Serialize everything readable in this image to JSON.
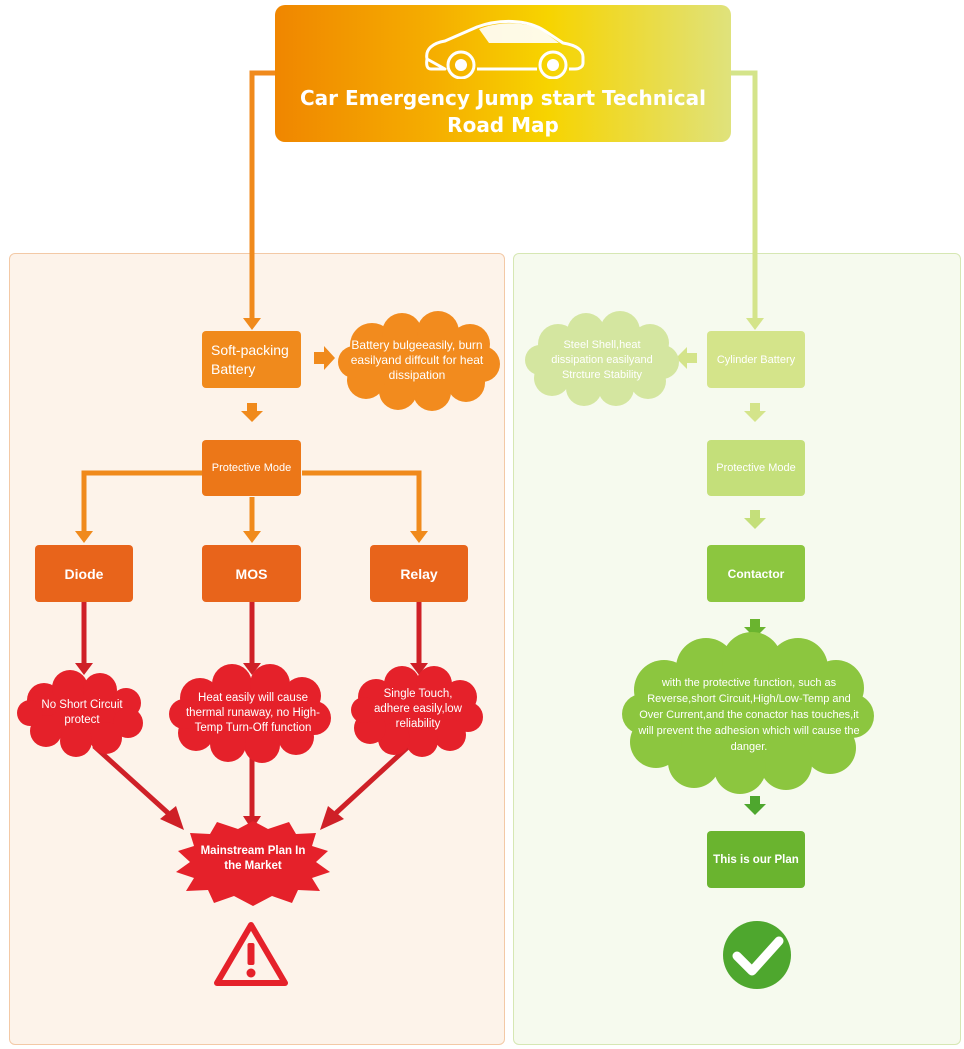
{
  "title": {
    "line1": "Car Emergency Jump start Technical",
    "line2": "Road Map"
  },
  "left": {
    "battery": "Soft-packing Battery",
    "battery_note": "Battery bulgeeasily, burn easilyand diffcult for heat dissipation",
    "protective": "Protective Mode",
    "modes": [
      {
        "label": "Diode",
        "issue": "No Short Circuit protect"
      },
      {
        "label": "MOS",
        "issue": "Heat easily will cause thermal runaway, no High-Temp Turn-Off function"
      },
      {
        "label": "Relay",
        "issue": "Single Touch, adhere easily,low reliability"
      }
    ],
    "result": "Mainstream Plan In the Market",
    "result_icon": "warning-icon"
  },
  "right": {
    "battery": "Cylinder Battery",
    "battery_note": "Steel Shell,heat dissipation easilyand Strcture Stability",
    "protective": "Protective Mode",
    "contactor": "Contactor",
    "benefit": "with the protective function, such as Reverse,short Circuit,High/Low-Temp and Over Current,and the conactor has touches,it will prevent the adhesion which will cause the danger.",
    "result": "This is our Plan",
    "result_icon": "check-icon"
  },
  "colors": {
    "orange": "#f08a1c",
    "dark_orange": "#e8641b",
    "red": "#e5212a",
    "light_green": "#cfe58d",
    "green": "#8cc63f",
    "dark_green": "#6ab42f"
  }
}
